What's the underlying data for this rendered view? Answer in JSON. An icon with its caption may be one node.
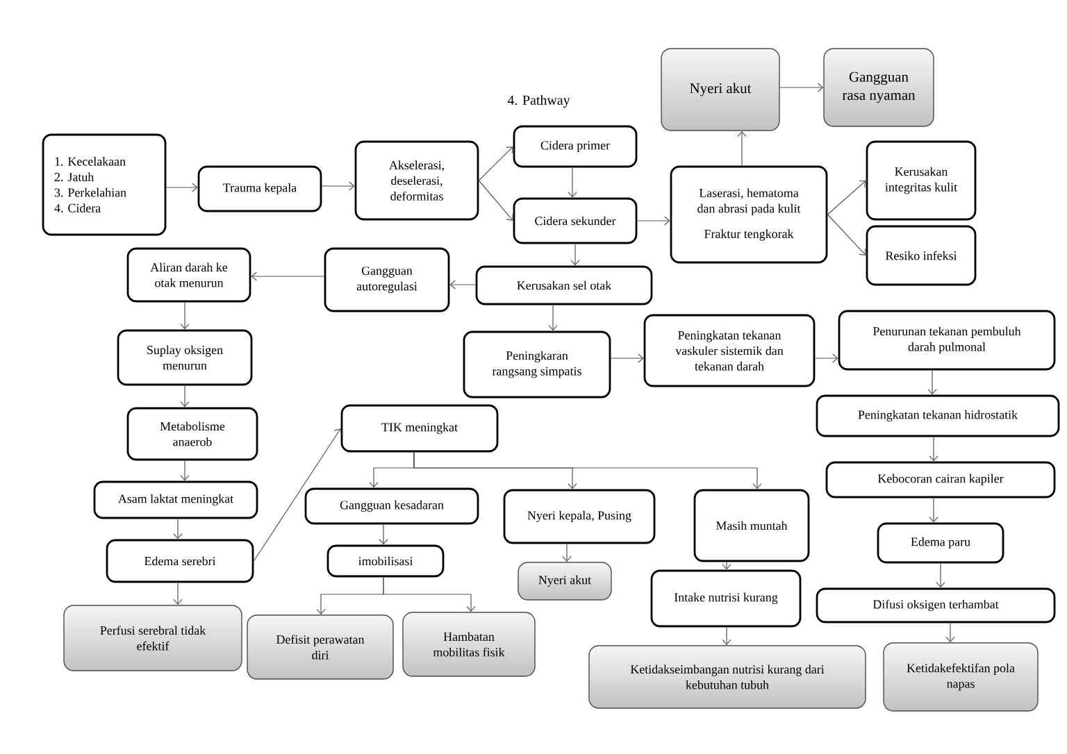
{
  "diagram": {
    "title": "4. Pathway",
    "nodes": [
      {
        "text": [
          "1. Kecelakaan",
          "2. Jatuh",
          "3. Perkelahian",
          "4. Cidera"
        ]
      },
      {
        "text": [
          "Trauma kepala"
        ]
      },
      {
        "text": [
          "Akselerasi, deselerasi, deformitas"
        ]
      },
      {
        "text": [
          "Cidera primer"
        ]
      },
      {
        "text": [
          "Cidera sekunder"
        ]
      },
      {
        "text": [
          "Nyeri akut"
        ]
      },
      {
        "text": [
          "Gangguan rasa nyaman"
        ]
      },
      {
        "text": [
          "Laserasi, hematoma dan abrasi pada kulit",
          "Fraktur tengkorak"
        ]
      },
      {
        "text": [
          "Kerusakan integritas kulit"
        ]
      },
      {
        "text": [
          "Resiko infeksi"
        ]
      },
      {
        "text": [
          "Kerusakan sel otak"
        ]
      },
      {
        "text": [
          "Gangguan autoregulasi"
        ]
      },
      {
        "text": [
          "Aliran darah ke otak menurun"
        ]
      },
      {
        "text": [
          "Suplay oksigen menurun"
        ]
      },
      {
        "text": [
          "Metabolisme anaerob"
        ]
      },
      {
        "text": [
          "Asam laktat meningkat"
        ]
      },
      {
        "text": [
          "Edema serebri"
        ]
      },
      {
        "text": [
          "Perfusi serebral tidak efektif"
        ]
      },
      {
        "text": [
          "Peningkaran rangsang simpatis"
        ]
      },
      {
        "text": [
          "Peningkatan tekanan vaskuler sistemik dan tekanan darah"
        ]
      },
      {
        "text": [
          "Penurunan tekanan pembuluh darah pulmonal"
        ]
      },
      {
        "text": [
          "Peningkatan tekanan hidrostatik"
        ]
      },
      {
        "text": [
          "Kebocoran cairan kapiler"
        ]
      },
      {
        "text": [
          "Edema paru"
        ]
      },
      {
        "text": [
          "Difusi oksigen terhambat"
        ]
      },
      {
        "text": [
          "Ketidakefektifan pola napas"
        ]
      },
      {
        "text": [
          "TIK meningkat"
        ]
      },
      {
        "text": [
          "Gangguan kesadaran"
        ]
      },
      {
        "text": [
          "imobilisasi"
        ]
      },
      {
        "text": [
          "Defisit perawatan diri"
        ]
      },
      {
        "text": [
          "Hambatan mobilitas fisik"
        ]
      },
      {
        "text": [
          "Nyeri kepala, Pusing"
        ]
      },
      {
        "text": [
          "Nyeri akut"
        ]
      },
      {
        "text": [
          "Masih muntah"
        ]
      },
      {
        "text": [
          "Intake nutrisi kurang"
        ]
      },
      {
        "text": [
          "Ketidakseimbangan nutrisi kurang dari kebutuhan tubuh"
        ]
      }
    ],
    "edges": [
      {
        "from": 0,
        "to": 1,
        "arrow": "to"
      },
      {
        "from": 1,
        "to": 2,
        "arrow": "to"
      },
      {
        "from": 2,
        "to": 3,
        "arrow": "to"
      },
      {
        "from": 2,
        "to": 4,
        "arrow": "to"
      },
      {
        "from": 3,
        "to": 4,
        "arrow": "to"
      },
      {
        "from": 4,
        "to": 7,
        "arrow": "to"
      },
      {
        "from": 7,
        "to": 5,
        "arrow": "to"
      },
      {
        "from": 5,
        "to": 6,
        "arrow": "to"
      },
      {
        "from": 7,
        "to": 8,
        "arrow": "to"
      },
      {
        "from": 7,
        "to": 9,
        "arrow": "to"
      },
      {
        "from": 4,
        "to": 10,
        "arrow": "to"
      },
      {
        "from": 10,
        "to": 11,
        "arrow": "to"
      },
      {
        "from": 11,
        "to": 12,
        "arrow": "to"
      },
      {
        "from": 12,
        "to": 13,
        "arrow": "to"
      },
      {
        "from": 13,
        "to": 14,
        "arrow": "to"
      },
      {
        "from": 14,
        "to": 15,
        "arrow": "to"
      },
      {
        "from": 15,
        "to": 16,
        "arrow": "to"
      },
      {
        "from": 16,
        "to": 17,
        "arrow": "to"
      },
      {
        "from": 16,
        "to": 26,
        "arrow": "to"
      },
      {
        "from": 10,
        "to": 18,
        "arrow": "to"
      },
      {
        "from": 18,
        "to": 19,
        "arrow": "to"
      },
      {
        "from": 19,
        "to": 20,
        "arrow": "to"
      },
      {
        "from": 20,
        "to": 21,
        "arrow": "to"
      },
      {
        "from": 21,
        "to": 22,
        "arrow": "to"
      },
      {
        "from": 22,
        "to": 23,
        "arrow": "to"
      },
      {
        "from": 23,
        "to": 24,
        "arrow": "to"
      },
      {
        "from": 24,
        "to": 25,
        "arrow": "to"
      },
      {
        "from": 26,
        "to": 27,
        "arrow": "to"
      },
      {
        "from": 26,
        "to": 31,
        "arrow": "to"
      },
      {
        "from": 26,
        "to": 33,
        "arrow": "to"
      },
      {
        "from": 27,
        "to": 28,
        "arrow": "to"
      },
      {
        "from": 28,
        "to": 29,
        "arrow": "to"
      },
      {
        "from": 28,
        "to": 30,
        "arrow": "to"
      },
      {
        "from": 31,
        "to": 32,
        "arrow": "to"
      },
      {
        "from": 33,
        "to": 34,
        "arrow": "to"
      },
      {
        "from": 34,
        "to": 35,
        "arrow": "to"
      }
    ]
  }
}
